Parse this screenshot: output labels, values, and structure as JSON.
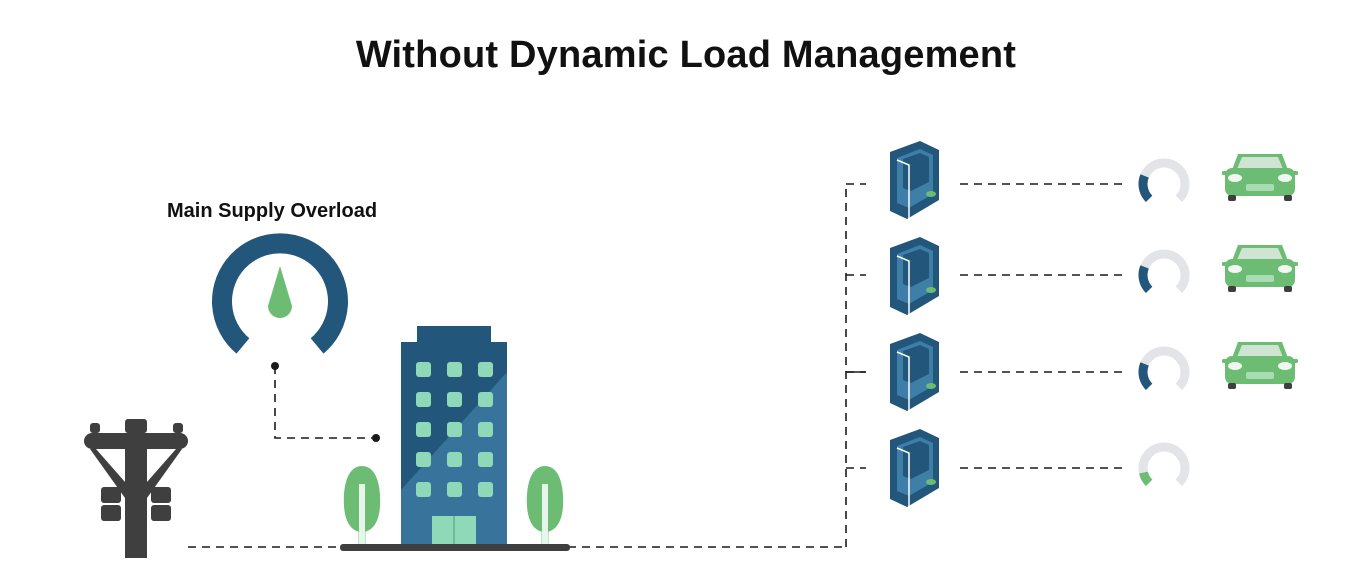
{
  "title": "Without Dynamic Load Management",
  "main_supply_label": "Main Supply Overload",
  "colors": {
    "navy": "#22567a",
    "navy_dark": "#1d4a6b",
    "green": "#6cbc74",
    "mint": "#8fd8b8",
    "gray_arc": "#e3e4e8",
    "dark_gray": "#3f3f3f"
  },
  "main_gauge": {
    "level": "overload"
  },
  "chargers": [
    {
      "load_fraction": 0.25,
      "load_color": "#22567a",
      "car_connected": true
    },
    {
      "load_fraction": 0.25,
      "load_color": "#22567a",
      "car_connected": true
    },
    {
      "load_fraction": 0.25,
      "load_color": "#22567a",
      "car_connected": true
    },
    {
      "load_fraction": 0.12,
      "load_color": "#6cbc74",
      "car_connected": false
    }
  ],
  "icons": [
    "utility-pole-icon",
    "building-icon",
    "tree-icon",
    "gauge-icon",
    "ev-charger-icon",
    "car-icon"
  ]
}
